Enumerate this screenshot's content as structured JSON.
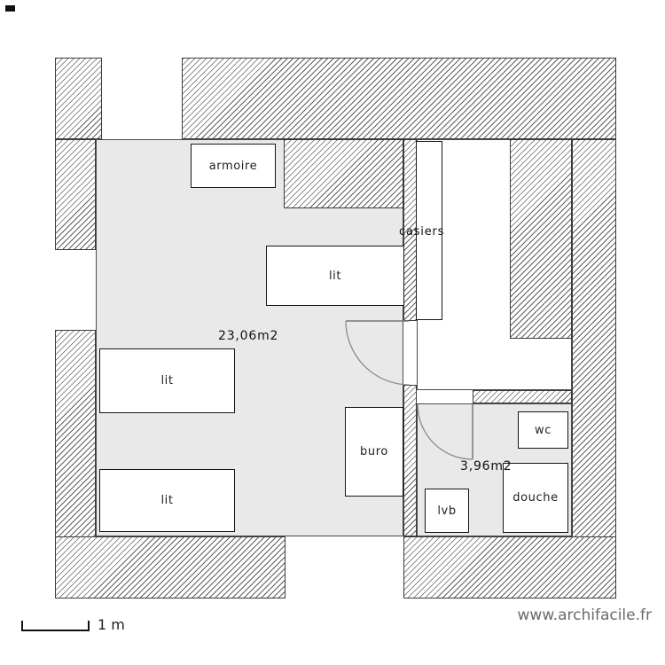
{
  "footer": {
    "scale_label": "1 m",
    "site": "www.archifacile.fr"
  },
  "rooms": {
    "main": {
      "area": "23,06m2"
    },
    "bath": {
      "area": "3,96m2"
    }
  },
  "furniture": {
    "armoire": "armoire",
    "casiers": "casiers",
    "lit_top": "lit",
    "lit_middle": "lit",
    "lit_bottom": "lit",
    "buro": "buro",
    "wc": "wc",
    "lvb": "lvb",
    "douche": "douche"
  },
  "colors": {
    "floor": "#e9e9e9",
    "wall_line": "#3c3c3c",
    "door_arc": "#8a8a8a",
    "watermark": "#6a6a6a"
  }
}
